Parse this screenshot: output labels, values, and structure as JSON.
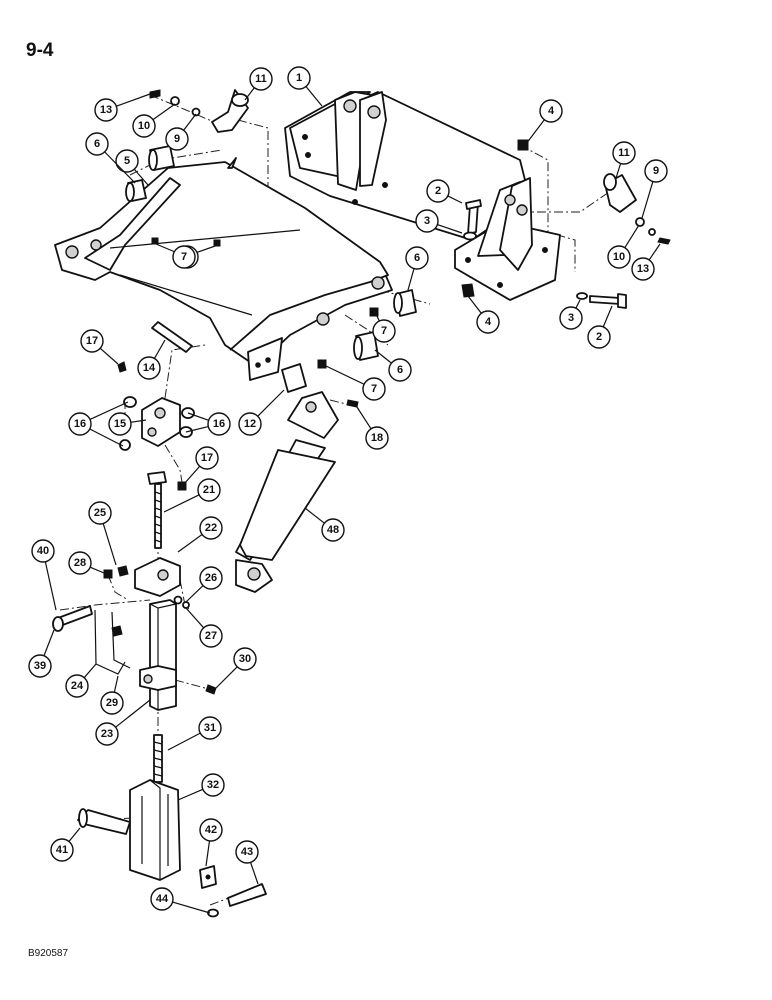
{
  "page_number": "9-4",
  "figure_code": "B920587",
  "callouts": [
    "1",
    "2",
    "3",
    "4",
    "5",
    "6",
    "7",
    "9",
    "10",
    "11",
    "12",
    "13",
    "14",
    "15",
    "16",
    "17",
    "18",
    "21",
    "22",
    "23",
    "24",
    "25",
    "26",
    "27",
    "28",
    "29",
    "30",
    "31",
    "32",
    "39",
    "40",
    "41",
    "42",
    "43",
    "44",
    "48"
  ]
}
